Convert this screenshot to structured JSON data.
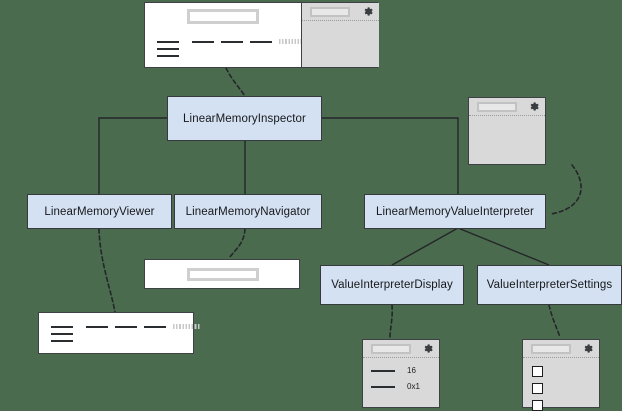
{
  "diagram": {
    "title": "LinearMemoryInspector component diagram",
    "background_color": "#4a6b4e",
    "node_fill": "#d4e1f3",
    "node_stroke": "#36393d",
    "nodes": [
      {
        "id": "inspector",
        "label": "LinearMemoryInspector"
      },
      {
        "id": "viewer",
        "label": "LinearMemoryViewer"
      },
      {
        "id": "navigator",
        "label": "LinearMemoryNavigator"
      },
      {
        "id": "interpreter",
        "label": "LinearMemoryValueInterpreter"
      },
      {
        "id": "display",
        "label": "ValueInterpreterDisplay"
      },
      {
        "id": "settings",
        "label": "ValueInterpreterSettings"
      }
    ],
    "edges": [
      {
        "from": "inspector",
        "to": "viewer",
        "style": "solid"
      },
      {
        "from": "inspector",
        "to": "navigator",
        "style": "solid"
      },
      {
        "from": "inspector",
        "to": "interpreter",
        "style": "solid"
      },
      {
        "from": "interpreter",
        "to": "display",
        "style": "solid"
      },
      {
        "from": "interpreter",
        "to": "settings",
        "style": "solid"
      },
      {
        "from": "mockup-inspector",
        "to": "inspector",
        "style": "dashed"
      },
      {
        "from": "mockup-interpreter",
        "to": "interpreter",
        "style": "dashed"
      },
      {
        "from": "viewer",
        "to": "mockup-viewer",
        "style": "dashed"
      },
      {
        "from": "navigator",
        "to": "mockup-navigator",
        "style": "dashed"
      },
      {
        "from": "display",
        "to": "mockup-display",
        "style": "dashed"
      },
      {
        "from": "settings",
        "to": "mockup-settings",
        "style": "dashed"
      }
    ]
  },
  "mockups": {
    "inspector": {
      "name": "mockup-inspector",
      "gear_icon": "gear-icon",
      "search_field_value": ""
    },
    "interpreter_panel": {
      "name": "mockup-interpreter",
      "gear_icon": "gear-icon",
      "search_field_value": ""
    },
    "viewer": {
      "name": "mockup-viewer"
    },
    "navigator": {
      "name": "mockup-navigator",
      "address_field_value": ""
    },
    "display": {
      "name": "mockup-display",
      "gear_icon": "gear-icon",
      "rows": [
        {
          "value": "16"
        },
        {
          "value": "0x1"
        }
      ]
    },
    "settings": {
      "name": "mockup-settings",
      "gear_icon": "gear-icon",
      "checkbox_count": 3,
      "checkboxes": [
        {
          "checked": false
        },
        {
          "checked": false
        },
        {
          "checked": false
        }
      ]
    }
  }
}
